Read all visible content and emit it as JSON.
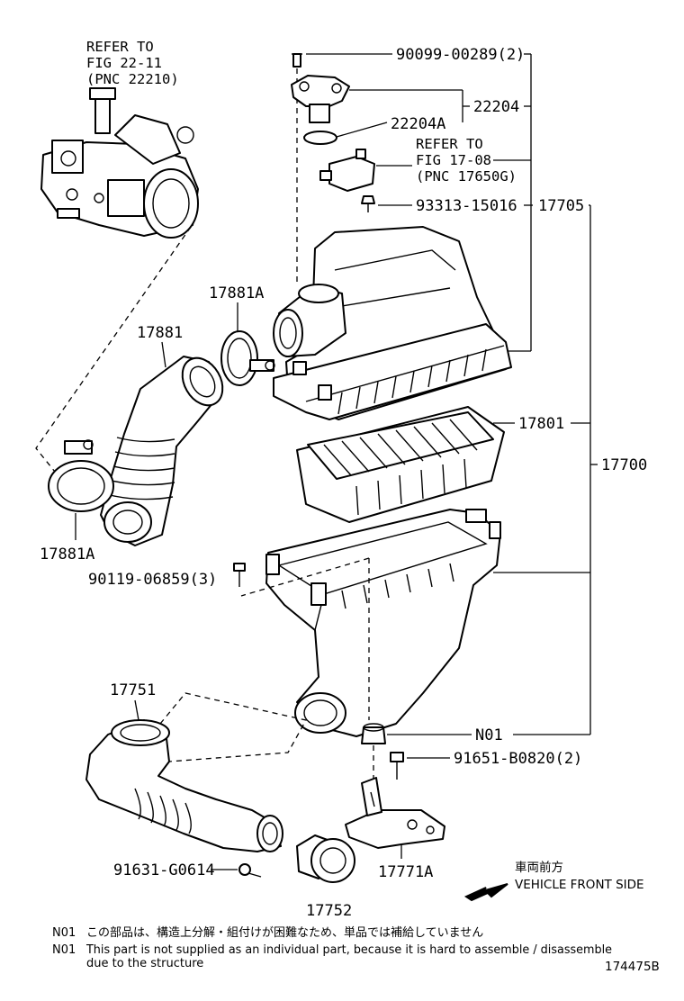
{
  "refs": {
    "throttle": {
      "line1": "REFER TO",
      "line2": "FIG 22-11",
      "line3": "(PNC 22210)"
    },
    "vsv": {
      "line1": "REFER TO",
      "line2": "FIG 17-08",
      "line3": "(PNC 17650G)"
    }
  },
  "parts": {
    "screw_top": "90099-00289(2)",
    "sensor": "22204",
    "gasket": "22204A",
    "bolt_vsv": "93313-15016",
    "cap_sub": "17705",
    "clamp_upper": "17881A",
    "hose": "17881",
    "clamp_lower": "17881A",
    "element": "17801",
    "cleaner_assy": "17700",
    "bolt_case": "90119-06859(3)",
    "inlet": "17751",
    "grommet": "N01",
    "bolt_bracket": "91651-B0820(2)",
    "screw_resonator": "91631-G0614",
    "bracket": "17771A",
    "resonator": "17752"
  },
  "direction": {
    "jp": "車両前方",
    "en": "VEHICLE FRONT SIDE"
  },
  "notes": {
    "jp_code": "N01",
    "jp_text": "この部品は、構造上分解・組付けが困難なため、単品では補給していません",
    "en_code": "N01",
    "en_line1": "This part is not supplied as an individual part, because it is hard to assemble / disassemble",
    "en_line2": "due to the structure"
  },
  "figure_id": "174475B"
}
